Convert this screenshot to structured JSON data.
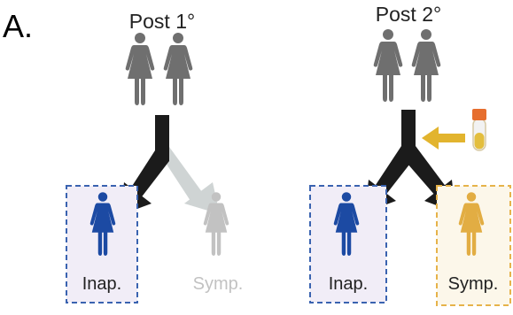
{
  "panel_label": "A.",
  "left": {
    "title": "Post 1°",
    "outcome_inapparent": "Inap.",
    "outcome_symptomatic": "Symp."
  },
  "right": {
    "title": "Post 2°",
    "outcome_inapparent": "Inap.",
    "outcome_symptomatic": "Symp."
  },
  "colors": {
    "person_gray": "#6f6f6f",
    "person_faded": "#c2c2c2",
    "person_blue": "#1c4aa3",
    "person_gold": "#e2ad43",
    "arrow_black": "#1b1b1b",
    "arrow_faded": "#cfd4d4",
    "arrow_gold": "#e2b42e",
    "box_blue_border": "#3a63b0",
    "box_blue_fill": "#f1edf7",
    "box_gold_border": "#e6b34a",
    "box_gold_fill": "#fcf7ea",
    "tube_cap": "#e66e2e",
    "tube_liquid": "#e3be3e"
  }
}
